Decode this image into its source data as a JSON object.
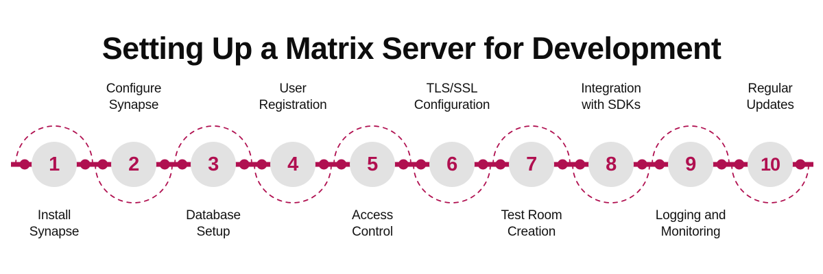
{
  "header": {
    "title": "Setting Up a Matrix Server for Development"
  },
  "theme": {
    "accent": "#b01050",
    "node_fill": "#e2e2e2",
    "text": "#111111",
    "background": "#ffffff"
  },
  "timeline": {
    "orientation": "horizontal",
    "step_count": 10,
    "steps": [
      {
        "number": "1",
        "label": "Install\nSynapse",
        "label_line1": "Install",
        "label_line2": "Synapse",
        "label_position": "below",
        "arc_position": "below"
      },
      {
        "number": "2",
        "label": "Configure\nSynapse",
        "label_line1": "Configure",
        "label_line2": "Synapse",
        "label_position": "above",
        "arc_position": "above"
      },
      {
        "number": "3",
        "label": "Database\nSetup",
        "label_line1": "Database",
        "label_line2": "Setup",
        "label_position": "below",
        "arc_position": "below"
      },
      {
        "number": "4",
        "label": "User\nRegistration",
        "label_line1": "User",
        "label_line2": "Registration",
        "label_position": "above",
        "arc_position": "above"
      },
      {
        "number": "5",
        "label": "Access\nControl",
        "label_line1": "Access",
        "label_line2": "Control",
        "label_position": "below",
        "arc_position": "below"
      },
      {
        "number": "6",
        "label": "TLS/SSL\nConfiguration",
        "label_line1": "TLS/SSL",
        "label_line2": "Configuration",
        "label_position": "above",
        "arc_position": "above"
      },
      {
        "number": "7",
        "label": "Test Room\nCreation",
        "label_line1": "Test Room",
        "label_line2": "Creation",
        "label_position": "below",
        "arc_position": "below"
      },
      {
        "number": "8",
        "label": "Integration\nwith SDKs",
        "label_line1": "Integration",
        "label_line2": "with SDKs",
        "label_position": "above",
        "arc_position": "above"
      },
      {
        "number": "9",
        "label": "Logging and\nMonitoring",
        "label_line1": "Logging and",
        "label_line2": "Monitoring",
        "label_position": "below",
        "arc_position": "below"
      },
      {
        "number": "10",
        "label": "Regular\nUpdates",
        "label_line1": "Regular",
        "label_line2": "Updates",
        "label_position": "above",
        "arc_position": "above"
      }
    ]
  }
}
